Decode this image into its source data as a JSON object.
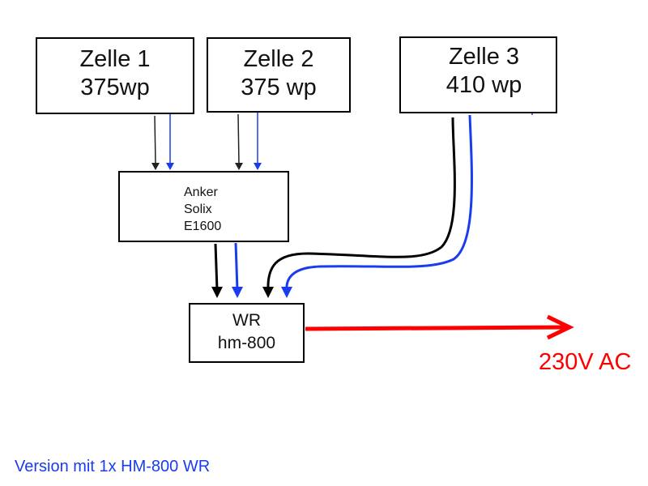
{
  "diagram": {
    "panels": [
      {
        "name": "Zelle 1",
        "power": "375wp"
      },
      {
        "name": "Zelle 2",
        "power": "375 wp"
      },
      {
        "name": "Zelle 3",
        "power": "410 wp"
      }
    ],
    "battery": {
      "line1": "Anker",
      "line2": "Solix",
      "line3": "E1600"
    },
    "inverter": {
      "line1": "WR",
      "line2": "hm-800"
    },
    "output_label": "230V AC",
    "caption": "Version mit 1x HM-800 WR",
    "colors": {
      "negative_wire": "#000000",
      "positive_wire": "#1a3cf0",
      "ac_output": "#ff0000",
      "indicator": "#0a7a1a"
    }
  }
}
